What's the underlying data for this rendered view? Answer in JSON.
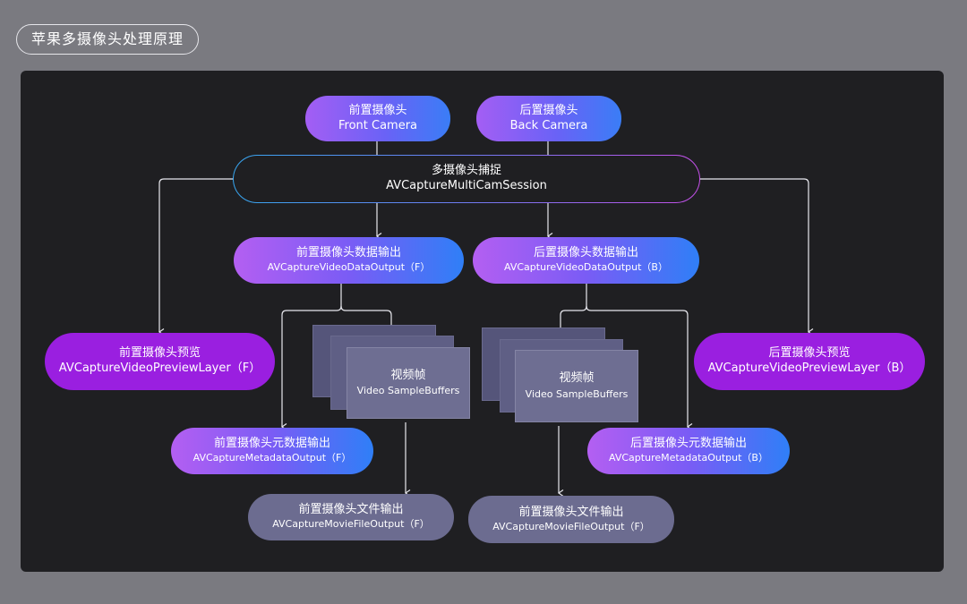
{
  "title": "苹果多摄像头处理原理",
  "nodes": {
    "front_camera": {
      "zh": "前置摄像头",
      "en": "Front Camera"
    },
    "back_camera": {
      "zh": "后置摄像头",
      "en": "Back Camera"
    },
    "session": {
      "zh": "多摄像头捕捉",
      "en": "AVCaptureMultiCamSession"
    },
    "front_data_output": {
      "zh": "前置摄像头数据输出",
      "en": "AVCaptureVideoDataOutput（F）"
    },
    "back_data_output": {
      "zh": "后置摄像头数据输出",
      "en": "AVCaptureVideoDataOutput（B）"
    },
    "front_preview": {
      "zh": "前置摄像头预览",
      "en": "AVCaptureVideoPreviewLayer（F）"
    },
    "back_preview": {
      "zh": "后置摄像头预览",
      "en": "AVCaptureVideoPreviewLayer（B）"
    },
    "front_frames": {
      "zh": "视频帧",
      "en": "Video SampleBuffers"
    },
    "back_frames": {
      "zh": "视频帧",
      "en": "Video SampleBuffers"
    },
    "front_metadata": {
      "zh": "前置摄像头元数据输出",
      "en": "AVCaptureMetadataOutput（F）"
    },
    "back_metadata": {
      "zh": "后置摄像头元数据输出",
      "en": "AVCaptureMetadataOutput（B）"
    },
    "front_file_output": {
      "zh": "前置摄像头文件输出",
      "en": "AVCaptureMovieFileOutput（F）"
    },
    "back_file_output": {
      "zh": "前置摄像头文件输出",
      "en": "AVCaptureMovieFileOutput（F）"
    }
  },
  "colors": {
    "background": "#7a7a80",
    "panel": "#1f1f22",
    "preview_purple": "#9a1fe0",
    "file_output_gray": "#6c6c90",
    "gradient_start": "#b45ff2",
    "gradient_end": "#2f7ff7",
    "connector": "#e8e8ee"
  }
}
